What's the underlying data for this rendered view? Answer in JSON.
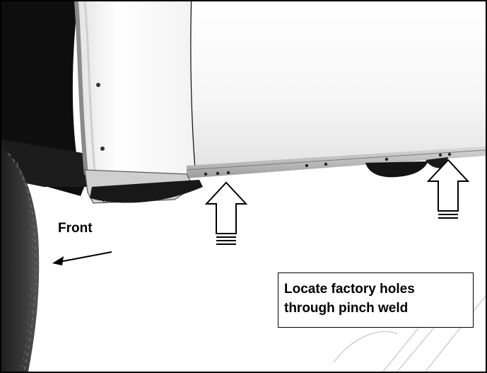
{
  "labels": {
    "front": "Front",
    "callout_line_1": "Locate factory holes",
    "callout_line_2": "through pinch weld"
  },
  "colors": {
    "frame_border": "#000000",
    "panel_white": "#f8f8f8",
    "tire_dark": "#2a2a2a",
    "underbody_dark": "#161616",
    "rocker_gray": "#b9b9b9",
    "arrow_stroke": "#000000",
    "arrow_fill": "#ffffff"
  },
  "icons": {
    "direction_arrow": "arrow-left-icon",
    "hole_pointer": "arrow-up-icon"
  }
}
